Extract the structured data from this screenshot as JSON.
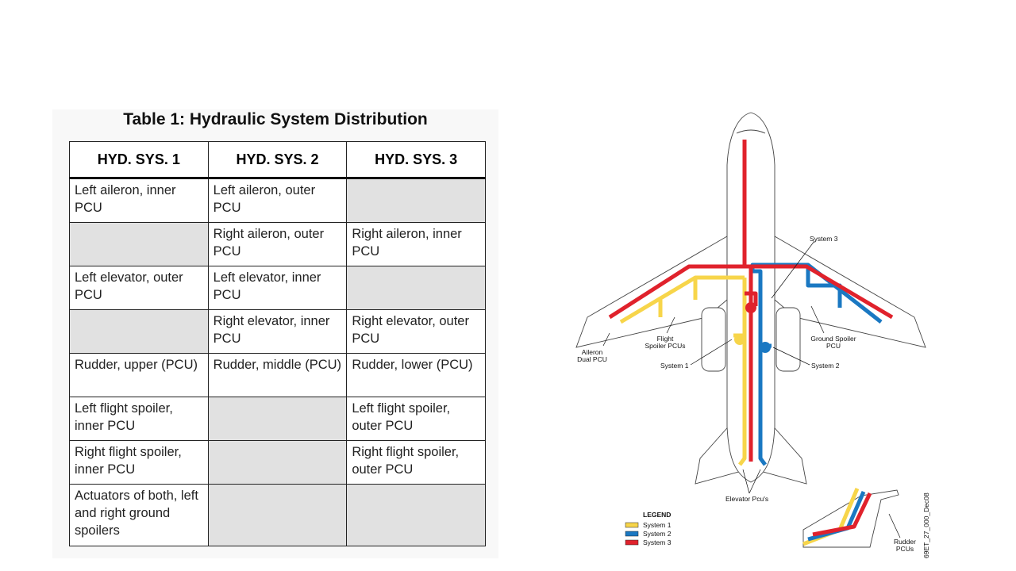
{
  "table": {
    "title": "Table 1:  Hydraulic System Distribution",
    "headers": [
      "HYD. SYS. 1",
      "HYD. SYS. 2",
      "HYD. SYS. 3"
    ],
    "rows": [
      [
        "Left aileron, inner PCU",
        "Left aileron, outer PCU",
        ""
      ],
      [
        "",
        "Right aileron, outer PCU",
        "Right aileron, inner PCU"
      ],
      [
        "Left elevator, outer PCU",
        "Left elevator, inner PCU",
        ""
      ],
      [
        "",
        "Right elevator, inner PCU",
        "Right elevator, outer PCU"
      ],
      [
        "Rudder, upper (PCU)",
        "Rudder, middle (PCU)",
        "Rudder, lower (PCU)"
      ],
      [
        "Left flight spoiler, inner PCU",
        "",
        "Left flight spoiler, outer PCU"
      ],
      [
        "Right flight spoiler, inner PCU",
        "",
        "Right flight spoiler, outer PCU"
      ],
      [
        "Actuators of both, left and right ground spoilers",
        "",
        ""
      ]
    ]
  },
  "diagram": {
    "labels": {
      "system3_top": "System 3",
      "flight_spoiler_1": "Flight",
      "flight_spoiler_2": "Spoiler PCUs",
      "aileron_1": "Aileron",
      "aileron_2": "Dual PCU",
      "ground_spoiler_1": "Ground Spoiler",
      "ground_spoiler_2": "PCU",
      "system1": "System 1",
      "system2": "System 2",
      "elevator": "Elevator Pcu's",
      "rudder_1": "Rudder",
      "rudder_2": "PCUs",
      "ref": "69ET_27_000_Dec08"
    },
    "legend": {
      "title": "LEGEND",
      "items": [
        "System 1",
        "System 2",
        "System 3"
      ]
    },
    "colors": {
      "system1": "#f7d54a",
      "system2": "#1a78c2",
      "system3": "#e0222c"
    }
  }
}
